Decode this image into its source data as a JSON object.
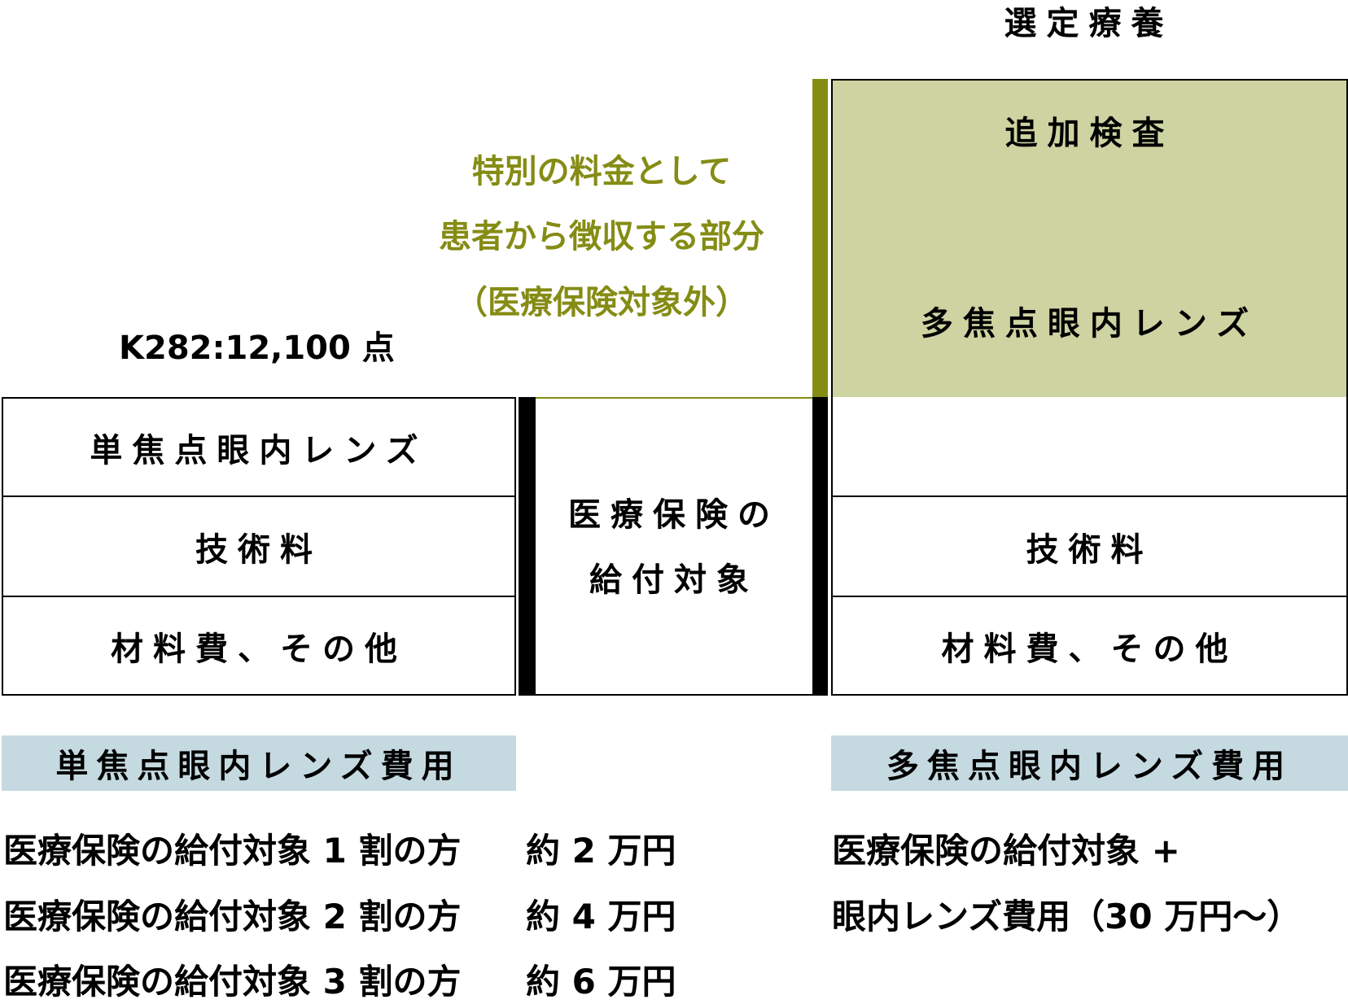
{
  "header": {
    "title": "選定療養"
  },
  "special_fee": {
    "lines": [
      "特別の料金として",
      "患者から徴収する部分",
      "（医療保険対象外）"
    ]
  },
  "points": "K282:12,100 点",
  "left_table": {
    "rows": [
      "単焦点眼内レンズ",
      "技術料",
      "材料費、その他"
    ]
  },
  "middle": {
    "lines": [
      "医療保険の",
      "給付対象"
    ]
  },
  "right_table": {
    "top": "追加検査",
    "lens": "多焦点眼内レンズ",
    "rows": [
      "",
      "技術料",
      "材料費、その他"
    ]
  },
  "left_cost": {
    "label": "単焦点眼内レンズ費用",
    "items": [
      {
        "text": "医療保険の給付対象 1 割の方",
        "price": "約 2 万円"
      },
      {
        "text": "医療保険の給付対象 2 割の方",
        "price": "約 4 万円"
      },
      {
        "text": "医療保険の給付対象 3 割の方",
        "price": "約 6 万円"
      }
    ]
  },
  "right_cost": {
    "label": "多焦点眼内レンズ費用",
    "lines": [
      "医療保険の給付対象 +",
      "眼内レンズ費用（30 万円〜）"
    ]
  },
  "colors": {
    "olive": "#858c14",
    "olive_light": "#ced3a2",
    "blue_label": "#c5dae0"
  }
}
